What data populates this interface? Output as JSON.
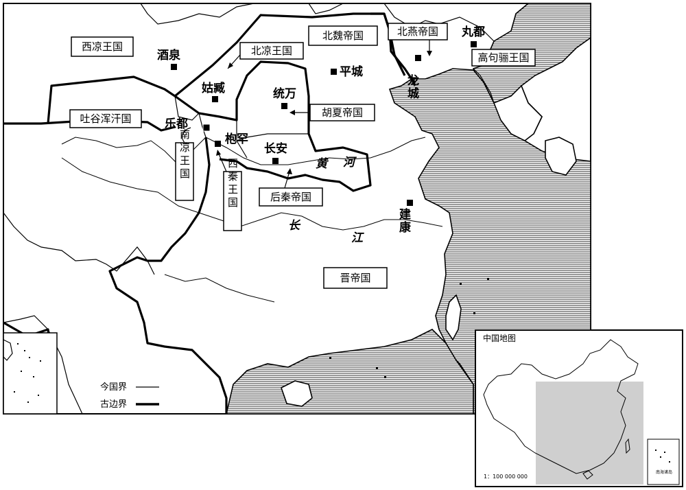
{
  "kingdoms": {
    "xiliang": "西凉王国",
    "beiliang": "北凉王国",
    "beiwei": "北魏帝国",
    "beiyan": "北燕帝国",
    "gaogouli": "高句骊王国",
    "tuyuhun": "吐谷浑汗国",
    "huxia": "胡夏帝国",
    "nanliang": "南凉王国",
    "xiqin": "西秦王国",
    "houqin": "后秦帝国",
    "jin": "晋帝国"
  },
  "cities": {
    "jiuquan": "酒泉",
    "guzang": "姑臧",
    "pingcheng": "平城",
    "tongwan": "统万",
    "longcheng": "龙城",
    "wandu": "丸都",
    "ledu": "乐都",
    "fuhan": "枹罕",
    "changan": "长安",
    "jiankang": "建康"
  },
  "rivers": {
    "huang1": "黄",
    "huang2": "河",
    "chang1": "长",
    "chang2": "江"
  },
  "legend": {
    "modern_border": "今国界",
    "ancient_border": "古边界"
  },
  "inset": {
    "title": "中国地图",
    "scale": "1：100 000 000",
    "south_sea": "南海诸岛"
  },
  "colors": {
    "sea_hatch": "#7a7a7a",
    "inset_highlight": "#cfcfcf"
  }
}
